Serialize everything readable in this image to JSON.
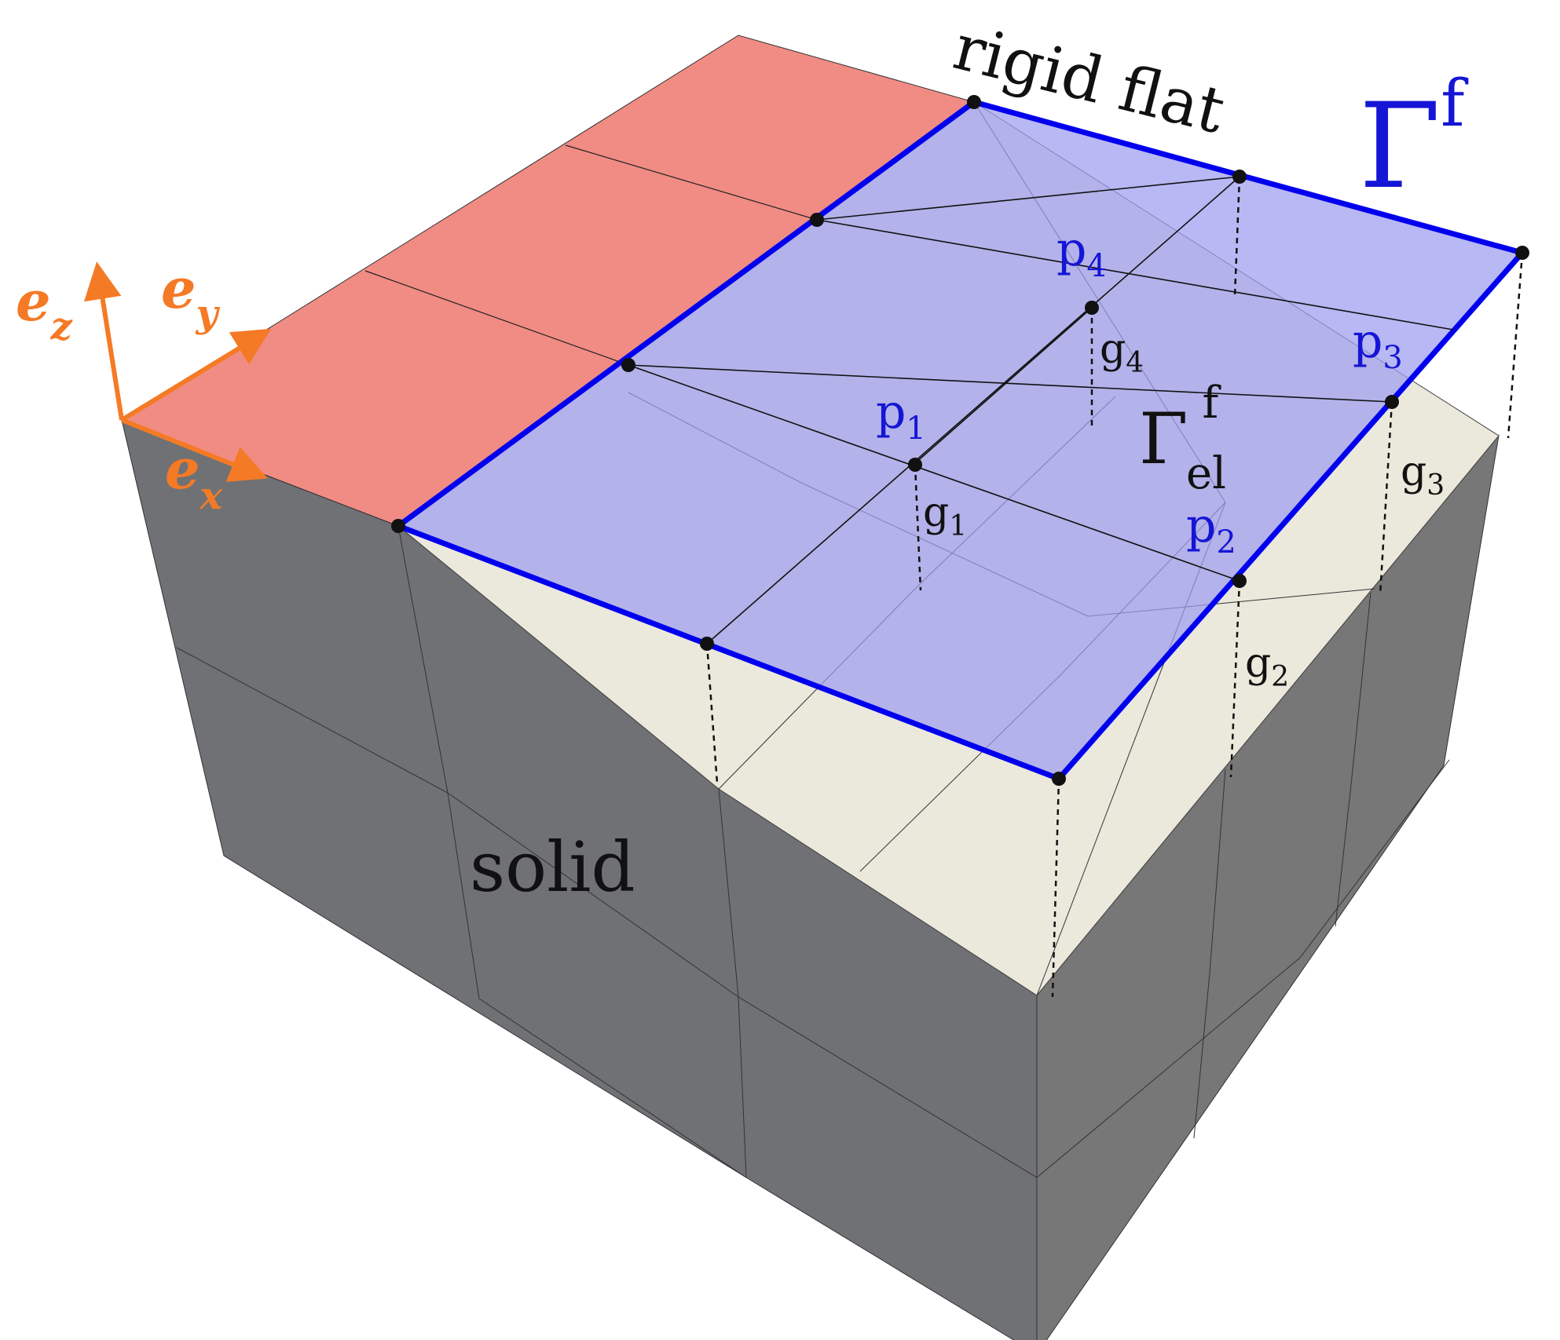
{
  "labels": {
    "rigid_flat": "rigid flat",
    "gamma_f": {
      "base": "Γ",
      "sup": "f"
    },
    "gamma_el": {
      "base": "Γ",
      "sup": "f",
      "sub": "el"
    },
    "solid": "solid",
    "p1": {
      "base": "p",
      "sub": "1"
    },
    "p2": {
      "base": "p",
      "sub": "2"
    },
    "p3": {
      "base": "p",
      "sub": "3"
    },
    "p4": {
      "base": "p",
      "sub": "4"
    },
    "g1": {
      "base": "g",
      "sub": "1"
    },
    "g2": {
      "base": "g",
      "sub": "2"
    },
    "g3": {
      "base": "g",
      "sub": "3"
    },
    "g4": {
      "base": "g",
      "sub": "4"
    },
    "ex": {
      "base": "e",
      "sub": "x"
    },
    "ey": {
      "base": "e",
      "sub": "y"
    },
    "ez": {
      "base": "e",
      "sub": "z"
    }
  },
  "colors": {
    "flat_fill": "#a9a9ee",
    "flat_edge": "#0000ee",
    "contact_red": "#f08c84",
    "solid_front": "#707175",
    "solid_right": "#777777",
    "top_cream": "#ebe8dc",
    "axes": "#f57a25",
    "label_blue": "#1515d6",
    "text_black": "#111111"
  },
  "icons": {
    "node": "filled-black-circle",
    "gap": "dashed-line",
    "axis": "orange-arrow"
  }
}
